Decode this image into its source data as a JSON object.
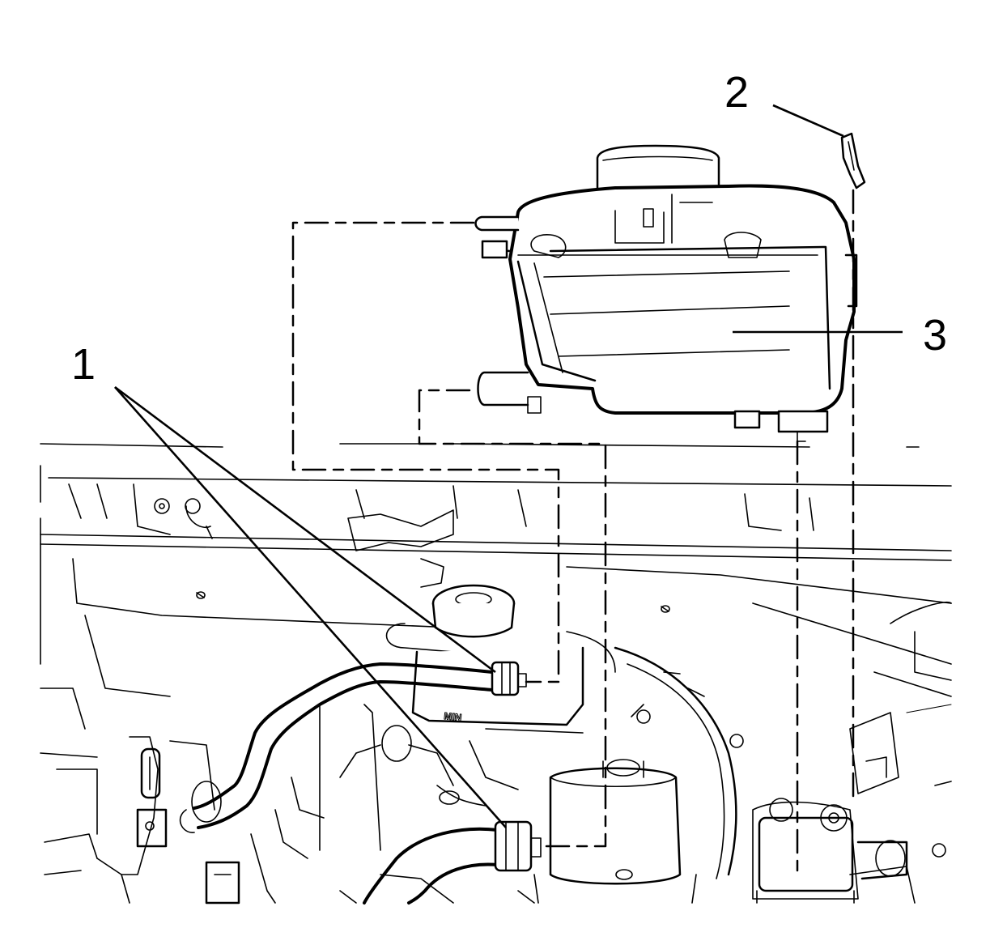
{
  "callouts": {
    "c1": "1",
    "c2": "2",
    "c3": "3"
  },
  "engraving": {
    "min_mark": "MIN"
  },
  "colors": {
    "ink": "#000000",
    "paper": "#ffffff"
  },
  "parts": {
    "c1_icon": "hose-clamp-icon",
    "c2_icon": "retaining-clip-icon",
    "c3_icon": "coolant-reservoir-icon"
  }
}
